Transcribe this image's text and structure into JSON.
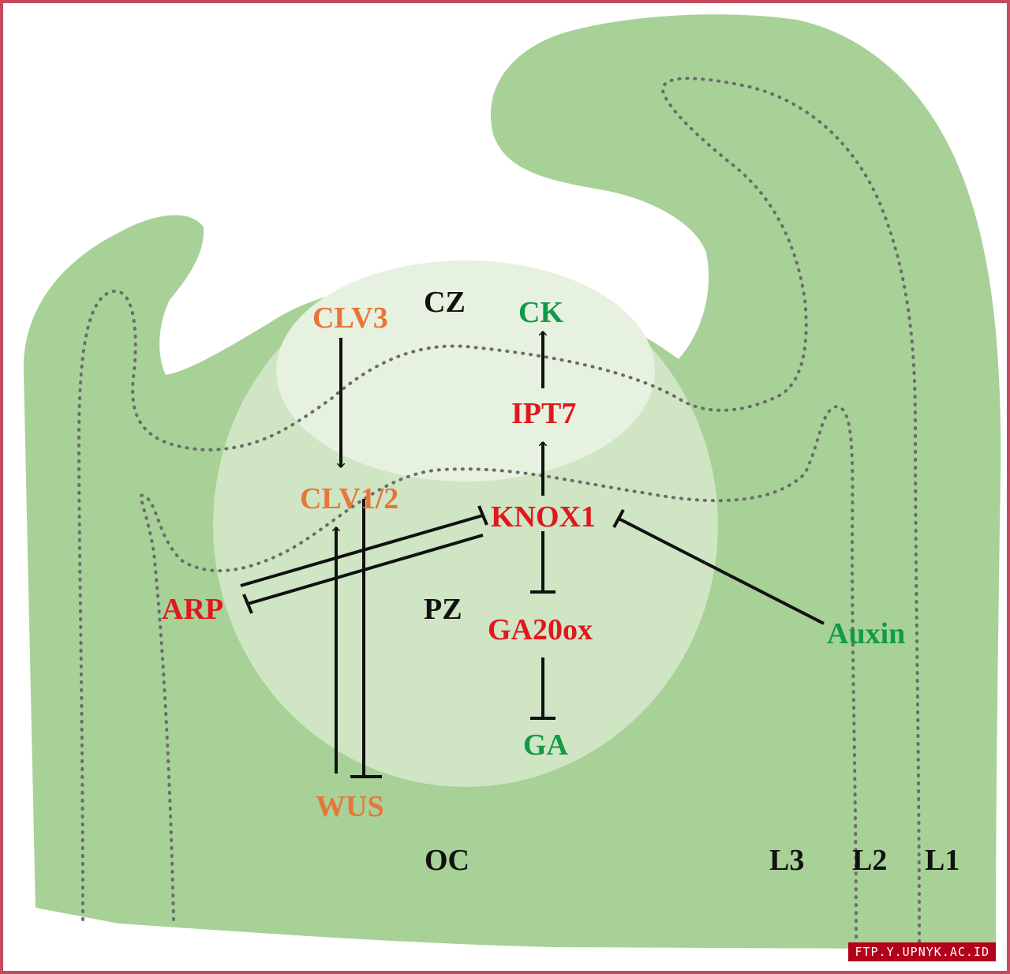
{
  "colors": {
    "tissue": "#a7d196",
    "zone_outer": "#cfe5c4",
    "zone_inner": "#e6f1df",
    "orange": "#e8763a",
    "red": "#e0181e",
    "green": "#129b46",
    "black": "#111111",
    "frame": "#c44a5e"
  },
  "nodes": {
    "clv3": "CLV3",
    "ck": "CK",
    "ipt7": "IPT7",
    "clv12": "CLV1/2",
    "knox1": "KNOX1",
    "arp": "ARP",
    "ga20ox": "GA20ox",
    "ga": "GA",
    "wus": "WUS",
    "auxin": "Auxin"
  },
  "zones": {
    "cz": "CZ",
    "pz": "PZ",
    "oc": "OC",
    "l3": "L3",
    "l2": "L2",
    "l1": "L1"
  },
  "watermark": "FTP.Y.UPNYK.AC.ID"
}
